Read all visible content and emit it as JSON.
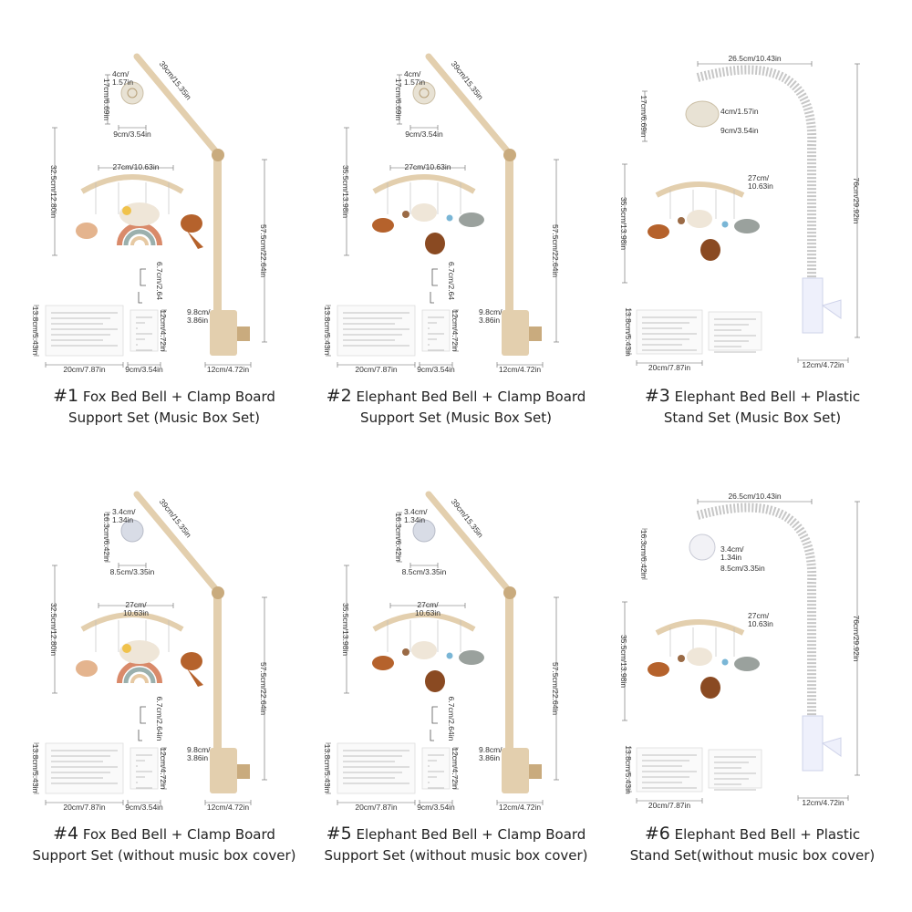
{
  "products": [
    {
      "id": "1",
      "number": "#1",
      "line1": "Fox Bed Bell + Clamp Board",
      "line2": "Support Set (Music Box Set)",
      "type": "clamp",
      "toy": "fox",
      "dims": {
        "arm": "39cm/15.35in",
        "box_h": "17cm/6.69in",
        "box_w": "4cm/\n1.57in",
        "box_d": "9cm/3.54in",
        "ring_w": "27cm/10.63in",
        "mobile_h": "32.5cm/12.80in",
        "pole_h": "57.5cm/22.64in",
        "clamp_gap": "6.7cm/2.64",
        "clamp_w": "9.8cm/\n3.86in",
        "base": "12cm/4.72in",
        "doc_h": "13.8cm/5.43in",
        "doc_w": "20cm/7.87in",
        "card_w": "9cm/3.54in",
        "card_h": "12cm/4.72in"
      }
    },
    {
      "id": "2",
      "number": "#2",
      "line1": "Elephant Bed Bell +  Clamp Board",
      "line2": "Support Set (Music Box Set)",
      "type": "clamp",
      "toy": "elephant",
      "dims": {
        "arm": "39cm/15.35in",
        "box_h": "17cm/6.69in",
        "box_w": "4cm/\n1.57in",
        "box_d": "9cm/3.54in",
        "ring_w": "27cm/10.63in",
        "mobile_h": "35.5cm/13.98in",
        "pole_h": "57.5cm/22.64in",
        "clamp_gap": "6.7cm/2.64",
        "clamp_w": "9.8cm/\n3.86in",
        "base": "12cm/4.72in",
        "doc_h": "13.8cm/5.43in",
        "doc_w": "20cm/7.87in",
        "card_w": "9cm/3.54in",
        "card_h": "12cm/4.72in"
      }
    },
    {
      "id": "3",
      "number": "#3",
      "line1": "Elephant Bed Bell + Plastic",
      "line2": "Stand Set (Music Box Set)",
      "type": "stand",
      "toy": "elephant",
      "dims": {
        "arm": "26.5cm/10.43in",
        "box_h": "17cm/6.69in",
        "box_w": "4cm/1.57in",
        "box_d": "9cm/3.54in",
        "ring_w": "27cm/\n10.63in",
        "mobile_h": "35.5cm/13.98in",
        "pole_h": "76cm/29.92in",
        "base": "12cm/4.72in",
        "doc_h": "13.8cm/5.43in",
        "doc_w": "20cm/7.87in"
      }
    },
    {
      "id": "4",
      "number": "#4",
      "line1": "Fox Bed Bell + Clamp Board",
      "line2": "Support Set (without music box cover)",
      "type": "clamp",
      "toy": "fox",
      "dims": {
        "arm": "39cm/15.35in",
        "box_h": "16.3cm/6.42in",
        "box_w": "3.4cm/\n1.34in",
        "box_d": "8.5cm/3.35in",
        "ring_w": "27cm/\n10.63in",
        "mobile_h": "32.5cm/12.80in",
        "pole_h": "57.5cm/22.64in",
        "clamp_gap": "6.7cm/2.64in",
        "clamp_w": "9.8cm/\n3.86in",
        "base": "12cm/4.72in",
        "doc_h": "13.8cm/5.43in",
        "doc_w": "20cm/7.87in",
        "card_w": "9cm/3.54in",
        "card_h": "12cm/4.72in"
      }
    },
    {
      "id": "5",
      "number": "#5",
      "line1": "Elephant Bed Bell +  Clamp Board",
      "line2": "Support Set (without music box cover)",
      "type": "clamp",
      "toy": "elephant",
      "dims": {
        "arm": "39cm/15.35in",
        "box_h": "16.3cm/6.42in",
        "box_w": "3.4cm/\n1.34in",
        "box_d": "8.5cm/3.35in",
        "ring_w": "27cm/\n10.63in",
        "mobile_h": "35.5cm/13.98in",
        "pole_h": "57.5cm/22.64in",
        "clamp_gap": "6.7cm/2.64in",
        "clamp_w": "9.8cm/\n3.86in",
        "base": "12cm/4.72in",
        "doc_h": "13.8cm/5.43in",
        "doc_w": "20cm/7.87in",
        "card_w": "9cm/3.54in",
        "card_h": "12cm/4.72in"
      }
    },
    {
      "id": "6",
      "number": "#6",
      "line1": "Elephant Bed Bell + Plastic",
      "line2": "Stand Set(without music box cover)",
      "type": "stand",
      "toy": "elephant",
      "dims": {
        "arm": "26.5cm/10.43in",
        "box_h": "16.3cm/6.42in",
        "box_w": "3.4cm/\n1.34in",
        "box_d": "8.5cm/3.35in",
        "ring_w": "27cm/\n10.63in",
        "mobile_h": "35.5cm/13.98in",
        "pole_h": "76cm/29.92in",
        "base": "12cm/4.72in",
        "doc_h": "13.8cm/5.43in",
        "doc_w": "20cm/7.87in"
      }
    }
  ],
  "colors": {
    "wood": "#e3cfae",
    "wood_dark": "#c9ab7e",
    "cloud": "#efe6d8",
    "rust": "#b5622c",
    "brown": "#8a4a22",
    "grey": "#9aa19d",
    "stripe": "#c7c7c7",
    "plastic": "#eef0fb",
    "music_box": "#e8e2d4",
    "music_box_bare": "#d8dce6",
    "line": "#555555"
  }
}
